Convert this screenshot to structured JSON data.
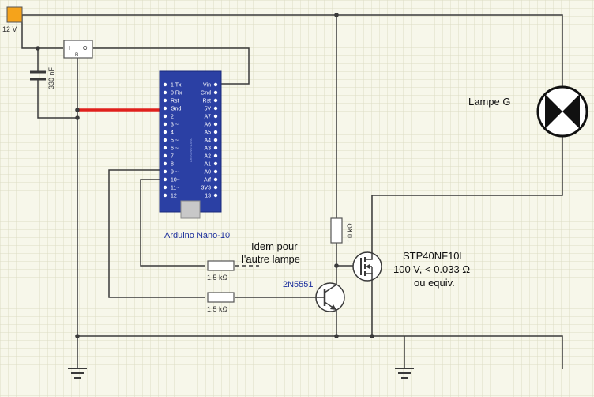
{
  "supply": {
    "label": "12 V"
  },
  "capacitor": {
    "label": "330 nF"
  },
  "regulator": {
    "left_pin": "I",
    "right_pin": "O",
    "bottom_pin": "R"
  },
  "arduino": {
    "caption": "Arduino Nano-10",
    "left_pins": [
      "1 Tx",
      "0 Rx",
      "Rst",
      "Gnd",
      "2",
      "3 ~",
      "4",
      "5 ~",
      "6 ~",
      "7",
      "8",
      "9 ~",
      "10~",
      "11~",
      "12"
    ],
    "right_pins": [
      "Vin",
      "Gnd",
      "Rst",
      "5V",
      "A7",
      "A6",
      "A5",
      "A4",
      "A3",
      "A2",
      "A1",
      "A0",
      "Arf",
      "3V3",
      "13"
    ]
  },
  "resistor_gate": {
    "label": "10 kΩ"
  },
  "resistor_base1": {
    "label": "1.5 kΩ"
  },
  "resistor_base2": {
    "label": "1.5 kΩ"
  },
  "note": {
    "line1": "Idem pour",
    "line2": "l'autre lampe"
  },
  "transistor": {
    "label": "2N5551"
  },
  "mosfet": {
    "line1": "STP40NF10L",
    "line2": "100 V, < 0.033 Ω",
    "line3": "ou equiv."
  },
  "lamp": {
    "label": "Lampe G"
  },
  "colors": {
    "background": "#f7f7ea",
    "grid": "#dcdcc4",
    "wire": "#3a3a3a",
    "board": "#2b40a4",
    "gnd_wire": "#e0201c",
    "supply": "#f5a31b",
    "label_blue": "#1c2f9c"
  }
}
